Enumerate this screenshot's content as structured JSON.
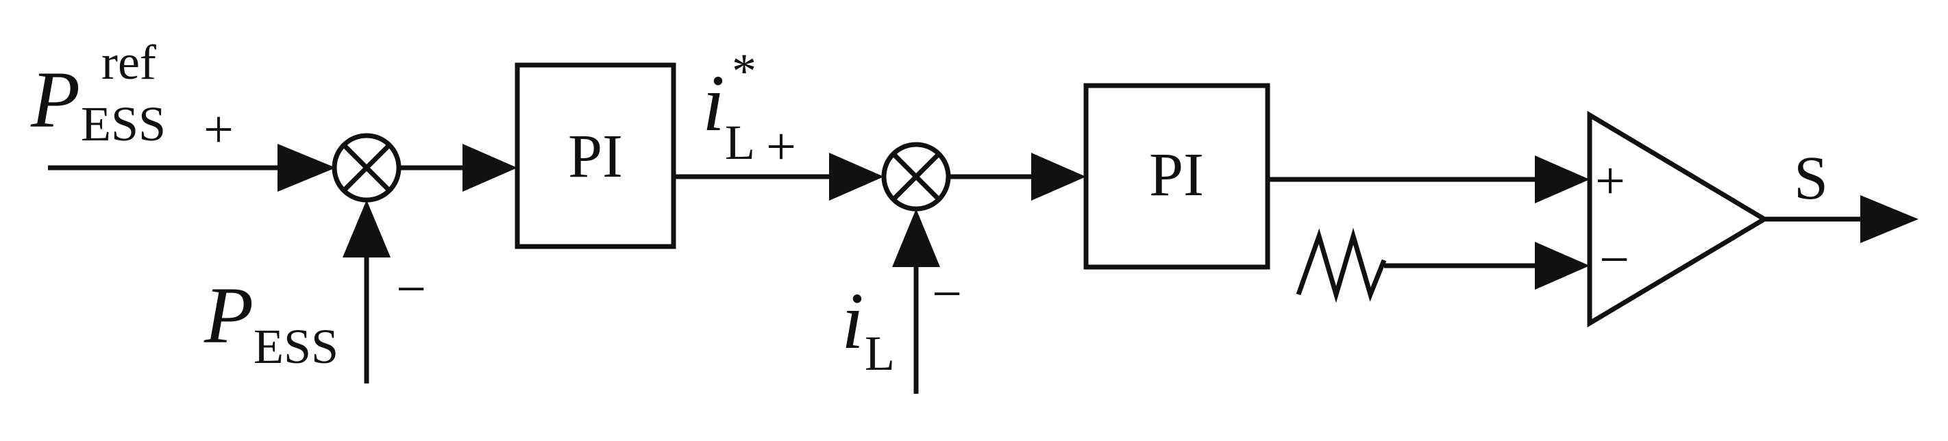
{
  "inputs": {
    "power_reference": {
      "symbol": "P",
      "subscript": "ESS",
      "superscript": "ref"
    },
    "power_feedback": {
      "symbol": "P",
      "subscript": "ESS"
    },
    "current_feedback": {
      "symbol": "i",
      "subscript": "L"
    }
  },
  "intermediate": {
    "current_reference": {
      "symbol": "i",
      "subscript": "L",
      "superscript": "*"
    }
  },
  "signs": {
    "plus": "+",
    "minus": "−"
  },
  "blocks": {
    "pi_1": "PI",
    "pi_2": "PI"
  },
  "comparator": {
    "plus": "+",
    "minus": "−"
  },
  "output": "S"
}
